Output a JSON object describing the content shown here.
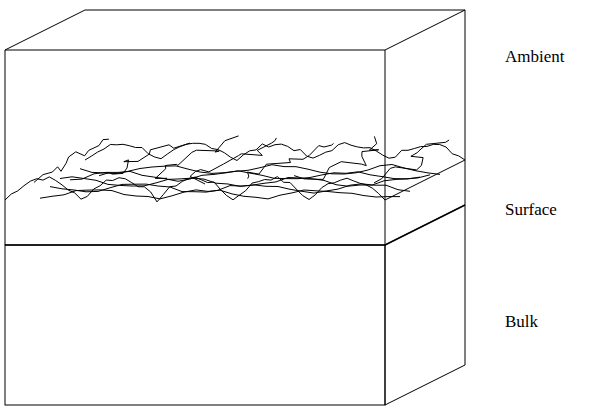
{
  "diagram": {
    "labels": [
      "Ambient",
      "Surface",
      "Bulk"
    ]
  }
}
